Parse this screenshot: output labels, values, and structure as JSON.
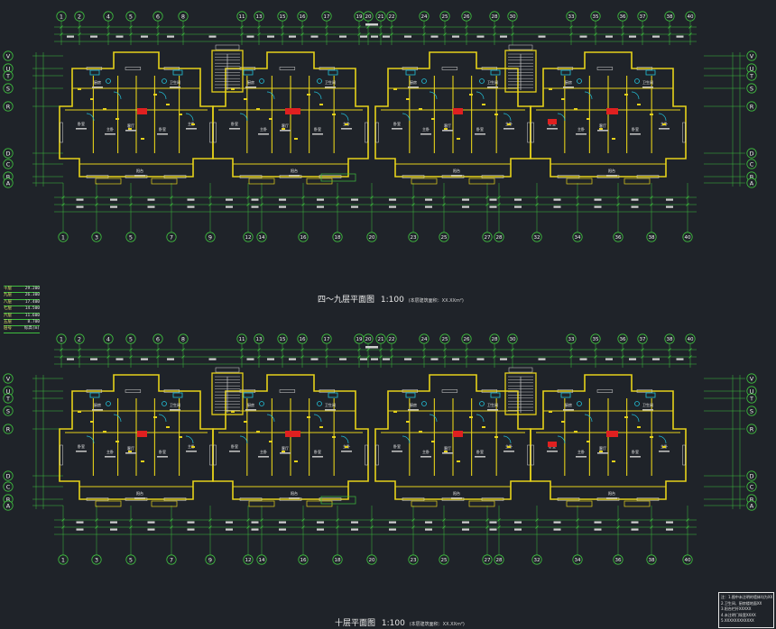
{
  "window": {
    "type": "cad-drawing",
    "background": "#1f2329"
  },
  "colors": {
    "axis": "#3fbf3f",
    "wall": "#e6d21a",
    "dim": "#3fbf3f",
    "grid_text": "#f2f2f2",
    "tag": "#e02020",
    "fixture": "#22c0d8",
    "stair": "#c8c8c8",
    "window": "#d8d8d8"
  },
  "plans": [
    {
      "id": "plan-4-9",
      "title": "四～九层平面图",
      "scale": "1:100",
      "note": "(本层建筑面积：XX.XXm²)",
      "top_axes": [
        "1",
        "2",
        "4",
        "5",
        "6",
        "8",
        "11",
        "13",
        "15",
        "16",
        "17",
        "19",
        "20",
        "21",
        "22",
        "24",
        "25",
        "26",
        "28",
        "30",
        "33",
        "35",
        "36",
        "37",
        "38",
        "40"
      ],
      "bottom_axes": [
        "1",
        "3",
        "5",
        "7",
        "9",
        "12",
        "14",
        "16",
        "18",
        "20",
        "23",
        "25",
        "27",
        "28",
        "32",
        "34",
        "36",
        "38",
        "40"
      ],
      "left_axes": [
        "V",
        "U",
        "T",
        "S",
        "R",
        "D",
        "C",
        "B",
        "A"
      ],
      "rooms": [
        "卧室",
        "客厅",
        "餐厅",
        "厨房",
        "卫生间",
        "阳台",
        "书房",
        "主卧"
      ]
    },
    {
      "id": "plan-10",
      "title": "十层平面图",
      "scale": "1:100",
      "note": "(本层建筑面积：XX.XXm²)",
      "top_axes": [
        "1",
        "2",
        "4",
        "5",
        "6",
        "8",
        "11",
        "13",
        "15",
        "16",
        "17",
        "19",
        "20",
        "21",
        "22",
        "24",
        "25",
        "26",
        "28",
        "30",
        "33",
        "35",
        "36",
        "37",
        "38",
        "40"
      ],
      "bottom_axes": [
        "1",
        "3",
        "5",
        "7",
        "9",
        "12",
        "14",
        "16",
        "18",
        "20",
        "23",
        "25",
        "27",
        "28",
        "32",
        "34",
        "36",
        "38",
        "40"
      ],
      "left_axes": [
        "V",
        "U",
        "T",
        "S",
        "R",
        "D",
        "C",
        "B",
        "A"
      ],
      "rooms": [
        "卧室",
        "客厅",
        "餐厅",
        "厨房",
        "卫生间",
        "阳台",
        "书房",
        "主卧"
      ]
    }
  ],
  "elevation_table": [
    {
      "label": "十层",
      "value": "29.200"
    },
    {
      "label": "九层",
      "value": "26.300"
    },
    {
      "label": "八层",
      "value": "17.400"
    },
    {
      "label": "七层",
      "value": "14.500"
    },
    {
      "label": "六层",
      "value": "11.600"
    },
    {
      "label": "五层",
      "value": "8.700"
    },
    {
      "label": "层号",
      "value": "标高(m)"
    }
  ],
  "notes": [
    "注：1.图中未注明的墙体均为XX",
    "2.卫生间、厨房楼地面XX",
    "3.阳台栏杆XXXXX",
    "4.未注明门垛宽XXXX",
    "5.XXXXXXXXXXXX"
  ]
}
